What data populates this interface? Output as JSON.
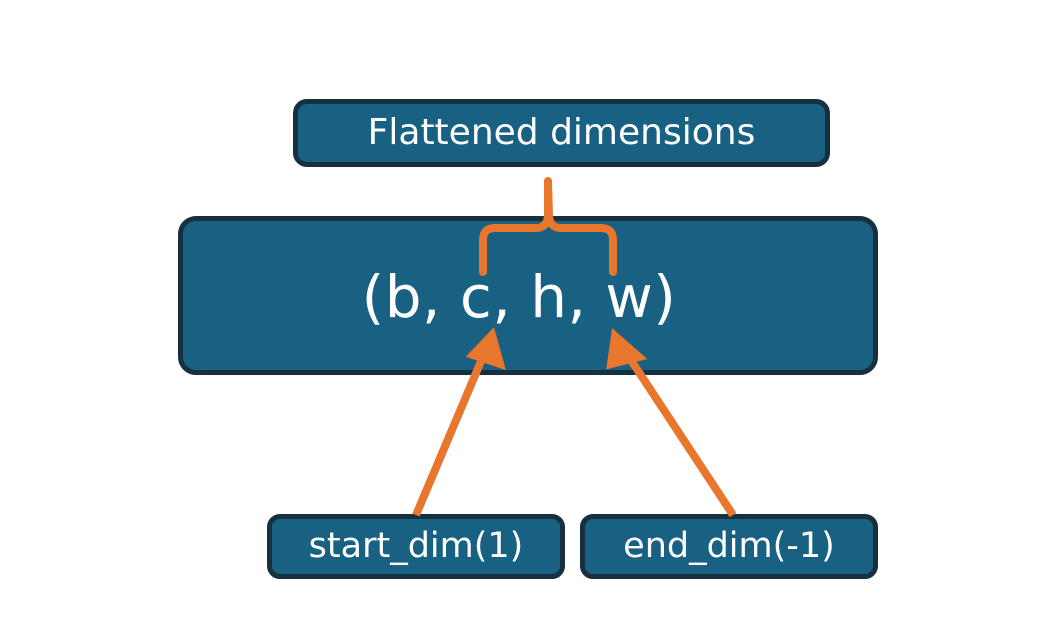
{
  "diagram": {
    "title": "Flatten start_dim / end_dim over tensor shape",
    "background_color": "#ffffff",
    "box_fill_color": "#186182",
    "box_border_color": "#16303F",
    "box_text_color": "#ffffff",
    "annotation_color": "#E8762C",
    "nodes": [
      {
        "id": "flattened",
        "label": "Flattened dimensions",
        "role": "caption-box-top"
      },
      {
        "id": "shape",
        "label": "(b, c, h, w)",
        "role": "tensor-shape-box"
      },
      {
        "id": "start_dim",
        "label": "start_dim(1)",
        "role": "argument-box-left"
      },
      {
        "id": "end_dim",
        "label": "end_dim(-1)",
        "role": "argument-box-right"
      }
    ],
    "annotations": [
      {
        "id": "brace",
        "kind": "curly-brace",
        "from": "flattened",
        "to": "shape",
        "spans_tokens": "c, h, w"
      },
      {
        "id": "arrow-start-dim",
        "kind": "arrow",
        "from": "start_dim",
        "to": "shape",
        "points_at_token": "c"
      },
      {
        "id": "arrow-end-dim",
        "kind": "arrow",
        "from": "end_dim",
        "to": "shape",
        "points_at_token": "w"
      }
    ]
  }
}
